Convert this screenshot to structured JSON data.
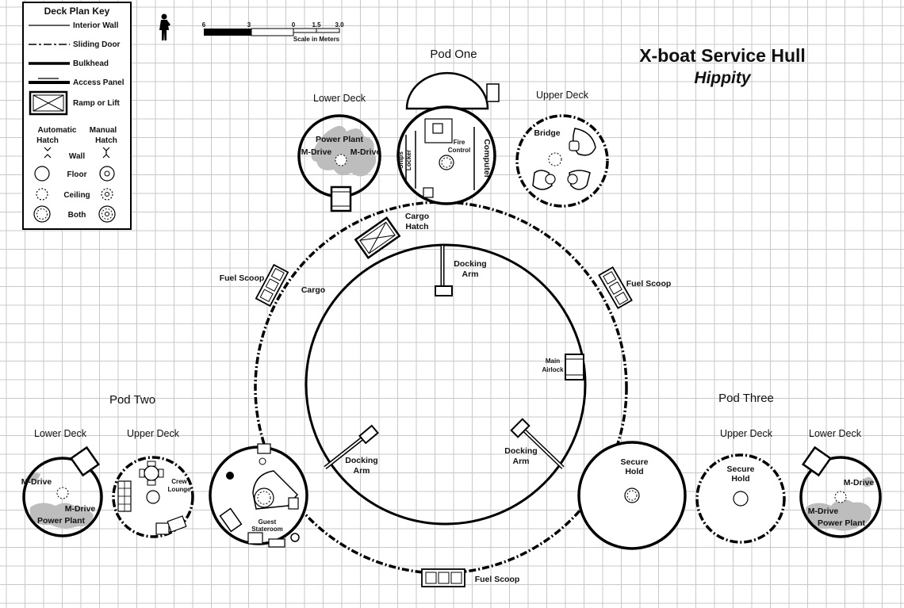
{
  "key": {
    "title": "Deck Plan Key",
    "interior_wall": "Interior Wall",
    "sliding_door": "Sliding Door",
    "bulkhead": "Bulkhead",
    "access_panel": "Access Panel",
    "ramp_lift": "Ramp or Lift",
    "automatic_hatch": [
      "Automatic",
      "Hatch"
    ],
    "manual_hatch": [
      "Manual",
      "Hatch"
    ],
    "wall": "Wall",
    "floor": "Floor",
    "ceiling": "Ceiling",
    "both": "Both"
  },
  "scale": {
    "ticks": [
      "6",
      "3",
      "0",
      "1.5",
      "3.0"
    ],
    "label": "Scale in Meters"
  },
  "title": "X-boat Service Hull",
  "subtitle": "Hippity",
  "pods": {
    "one": {
      "name": "Pod One",
      "lower_deck": "Lower Deck",
      "upper_deck": "Upper Deck",
      "power_plant": "Power Plant",
      "m_drive_left": "M-Drive",
      "m_drive_right": "M-Drive",
      "ships": "Ships",
      "locker": "Locker",
      "fire": "Fire",
      "control": "Control",
      "computer": "Computer",
      "bridge": "Bridge"
    },
    "two": {
      "name": "Pod Two",
      "lower_deck": "Lower Deck",
      "upper_deck": "Upper Deck",
      "m_drive_top": "M-Drive",
      "m_drive_bottom": "M-Drive",
      "power_plant": "Power Plant",
      "crew": "Crew",
      "lounge": "Lounge",
      "guest": "Guest",
      "stateroom": "Stateroom"
    },
    "three": {
      "name": "Pod Three",
      "upper_deck": "Upper Deck",
      "lower_deck": "Lower Deck",
      "secure_hold_left": [
        "Secure",
        "Hold"
      ],
      "secure_hold_upper": [
        "Secure",
        "Hold"
      ],
      "m_drive_right": "M-Drive",
      "m_drive_left": "M-Drive",
      "power_plant": "Power Plant"
    }
  },
  "hull": {
    "cargo_hatch": [
      "Cargo",
      "Hatch"
    ],
    "cargo": "Cargo",
    "docking_arm_top": [
      "Docking",
      "Arm"
    ],
    "docking_arm_left": [
      "Docking",
      "Arm"
    ],
    "docking_arm_right": [
      "Docking",
      "Arm"
    ],
    "main_airlock": [
      "Main",
      "Airlock"
    ],
    "fuel_scoop_left": "Fuel Scoop",
    "fuel_scoop_right": "Fuel Scoop",
    "fuel_scoop_bottom": "Fuel Scoop"
  }
}
